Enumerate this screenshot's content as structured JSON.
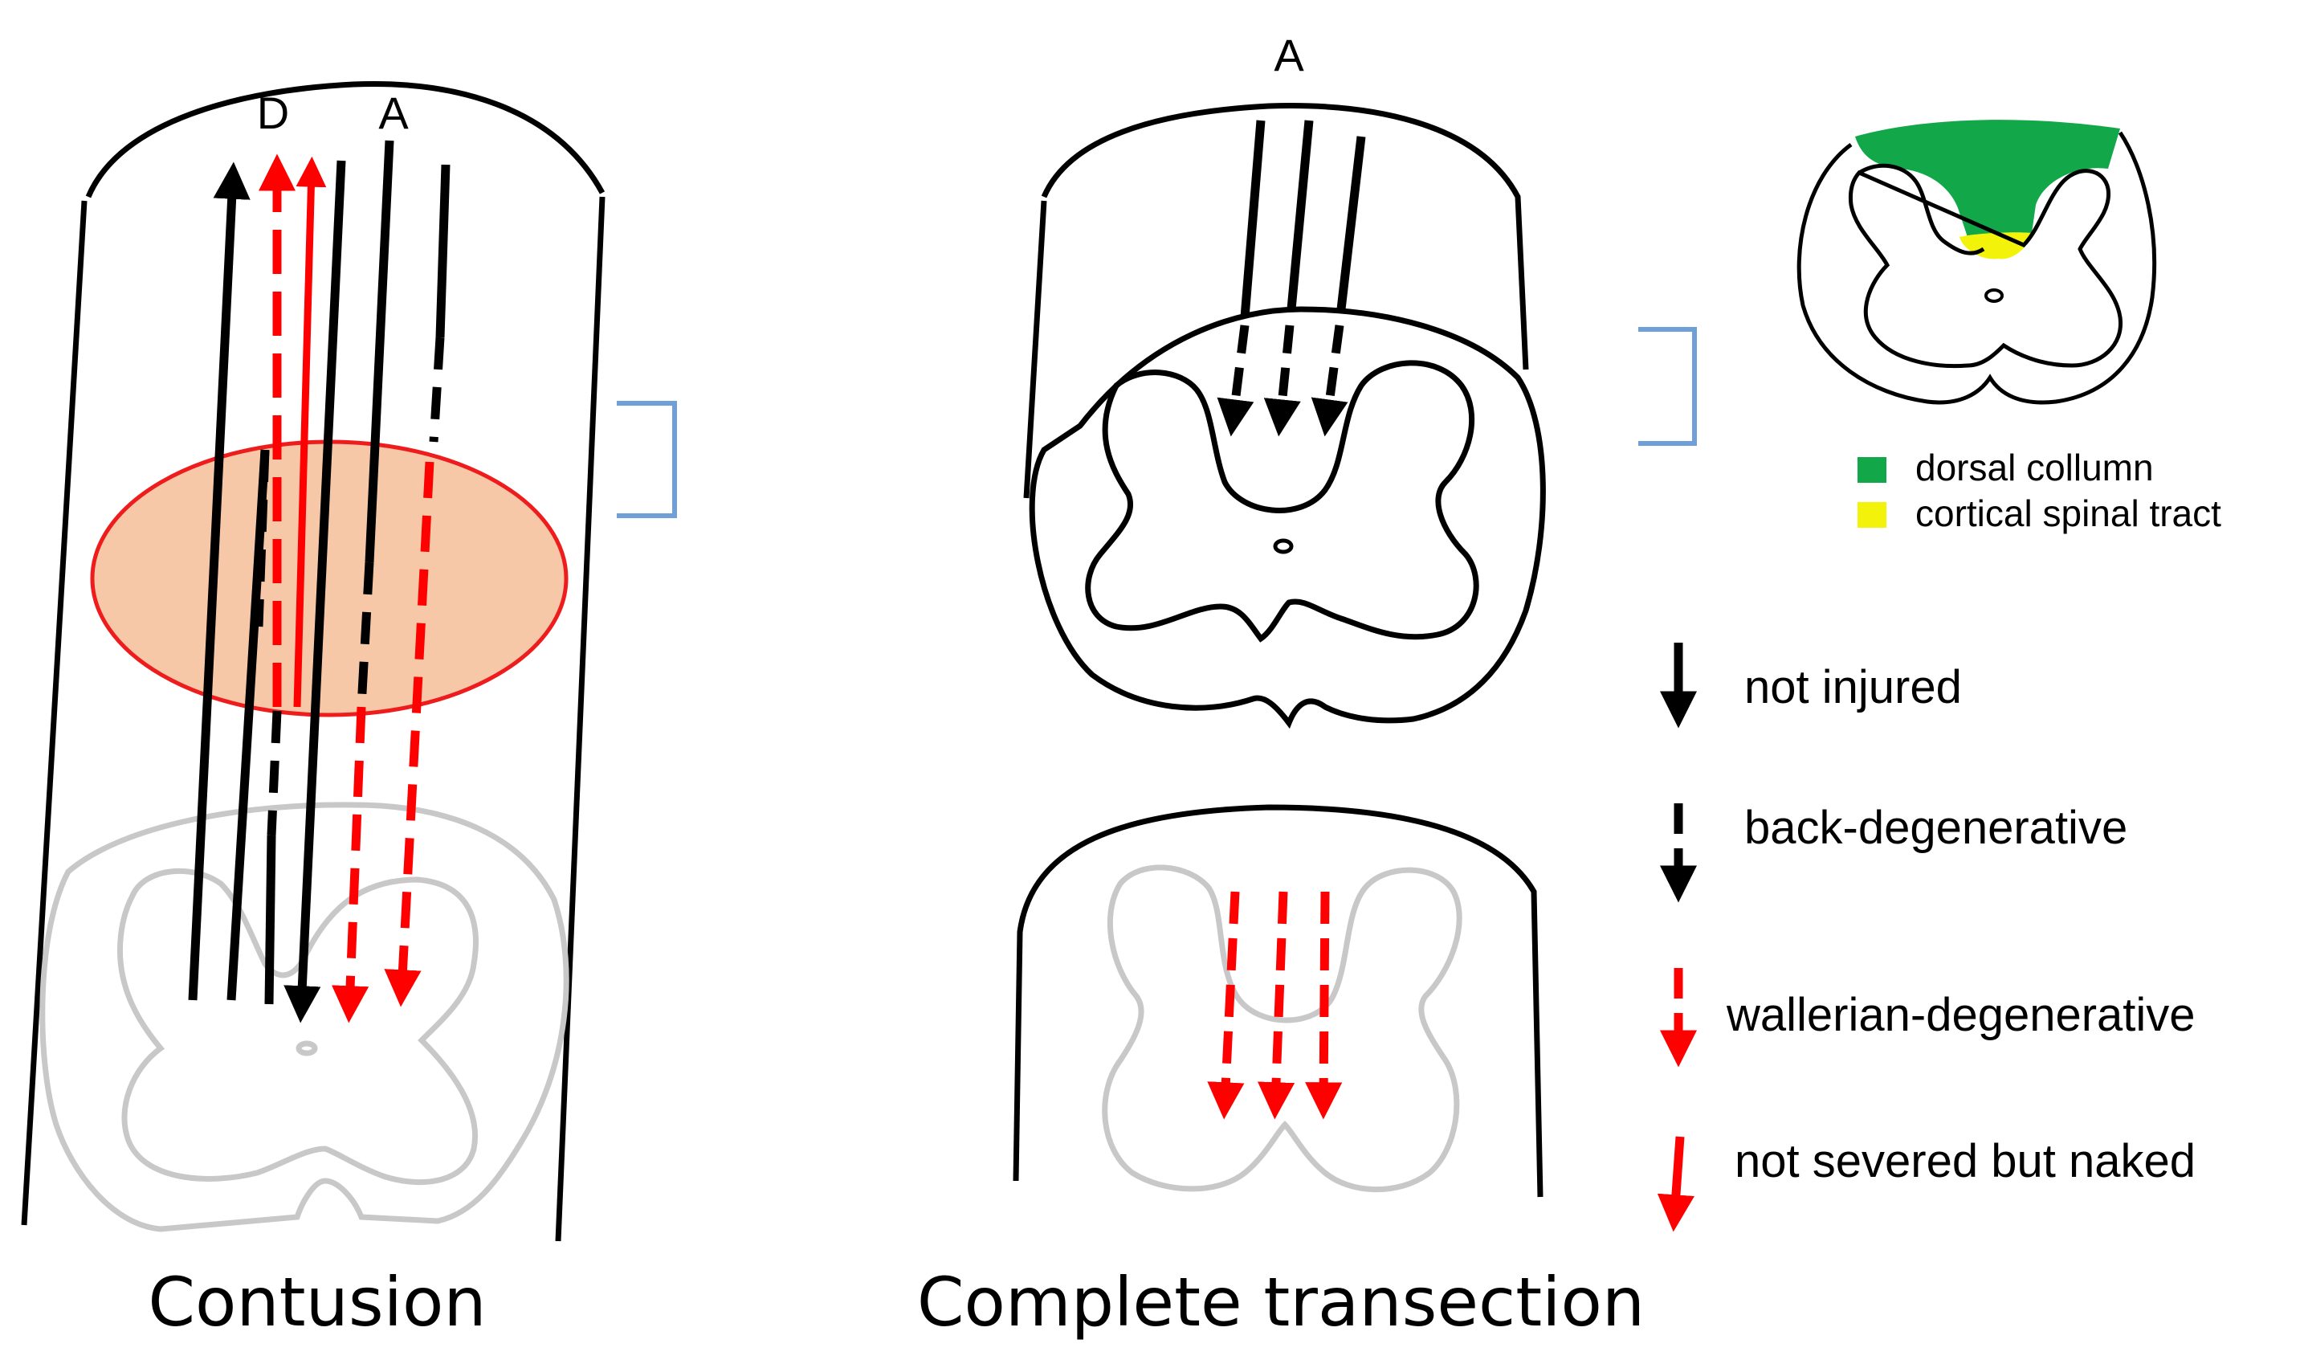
{
  "contusion": {
    "title": "Contusion",
    "label_d": "D",
    "label_a": "A"
  },
  "transection": {
    "title": "Complete transection",
    "label_a": "A"
  },
  "inset_legend": [
    {
      "label": "dorsal collumn",
      "color": "#12a84a"
    },
    {
      "label": "cortical spinal tract",
      "color": "#f2f20a"
    }
  ],
  "arrow_legend": [
    {
      "label": "not injured",
      "style": "solid",
      "color": "#000000"
    },
    {
      "label": "back-degenerative",
      "style": "dashed",
      "color": "#000000"
    },
    {
      "label": "wallerian-degenerative",
      "style": "dashed",
      "color": "#ff0000"
    },
    {
      "label": "not severed but naked",
      "style": "solid",
      "color": "#ff0000"
    }
  ],
  "colors": {
    "outline": "#000000",
    "faded_outline": "#c8c8c8",
    "lesion_fill": "#f7c8a8",
    "lesion_stroke": "#ee1c1c",
    "bracket": "#6f9fd8",
    "red_arrow": "#ff0000",
    "black_arrow": "#000000"
  },
  "icons": {
    "section": "spinal-cord-cross-section-icon",
    "bracket": "bracket-icon"
  }
}
